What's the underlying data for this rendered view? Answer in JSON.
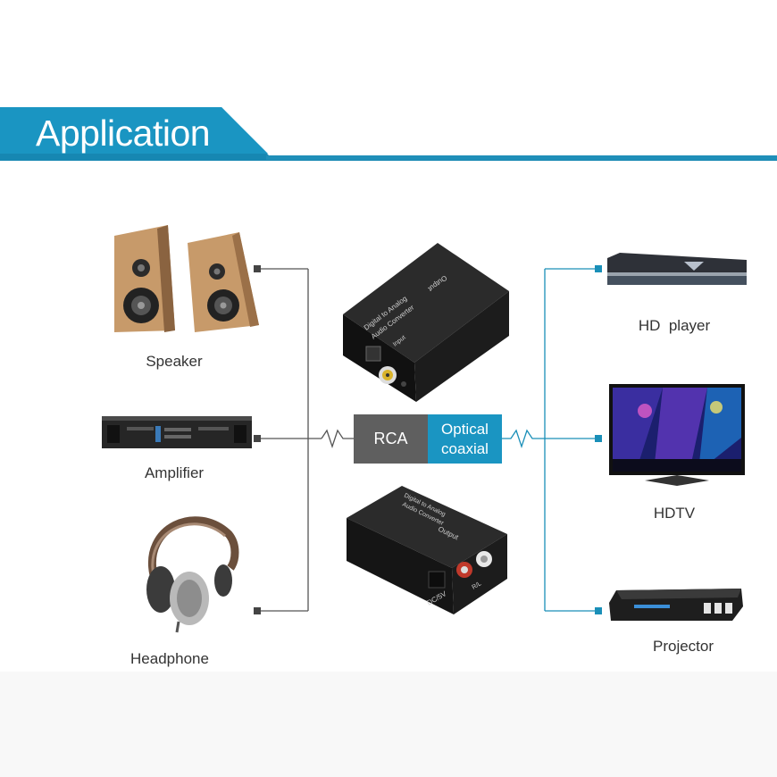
{
  "header": {
    "title": "Application"
  },
  "colors": {
    "accent": "#1a8fb8",
    "dark_line": "#444444"
  },
  "left_devices": [
    {
      "label": "Speaker",
      "icon": "speaker-icon"
    },
    {
      "label": "Amplifier",
      "icon": "amplifier-icon"
    },
    {
      "label": "Headphone",
      "icon": "headphone-icon"
    }
  ],
  "right_devices": [
    {
      "label": "HD  player",
      "icon": "hd-player-icon"
    },
    {
      "label": "HDTV",
      "icon": "hdtv-icon"
    },
    {
      "label": "Projector",
      "icon": "projector-icon"
    }
  ],
  "converter": {
    "rca_label": "RCA",
    "optical_label_line1": "Optical",
    "optical_label_line2": "coaxial",
    "top_unit": {
      "name_line1": "Digital to Analog",
      "name_line2": "Audio Converter",
      "port_output": "Output",
      "port_input": "Input"
    },
    "bottom_unit": {
      "name_line1": "Digital to Analog",
      "name_line2": "Audio Converter",
      "port_output": "Output",
      "port_dc": "DC/5V",
      "port_rl": "R/L"
    }
  }
}
